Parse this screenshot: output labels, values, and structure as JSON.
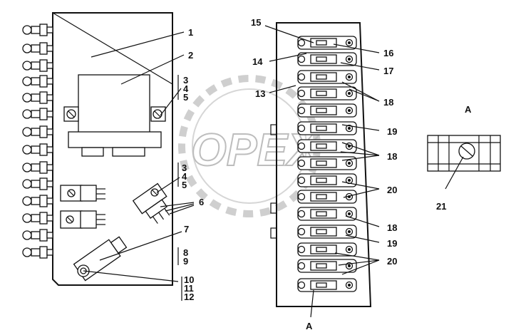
{
  "watermark": "OPEX",
  "left_labels": {
    "l1": "1",
    "l2": "2",
    "l3a": "3",
    "l4a": "4",
    "l5a": "5",
    "l3b": "3",
    "l4b": "4",
    "l5b": "5",
    "l6": "6",
    "l7": "7",
    "l8": "8",
    "l9": "9",
    "l10": "10",
    "l11": "11",
    "l12": "12"
  },
  "right_labels": {
    "l15": "15",
    "l16": "16",
    "l14": "14",
    "l17": "17",
    "l13": "13",
    "l18a": "18",
    "l19a": "19",
    "l18b": "18",
    "l20a": "20",
    "l18c": "18",
    "l19b": "19",
    "l20b": "20",
    "view_a_bottom": "A"
  },
  "detail": {
    "title": "A",
    "l21": "21"
  }
}
